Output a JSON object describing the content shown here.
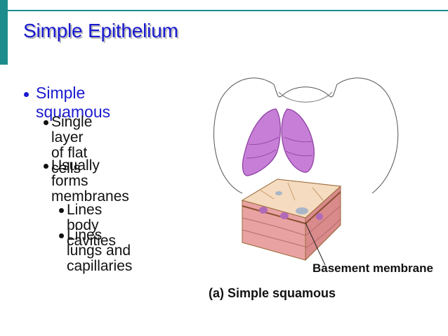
{
  "slide": {
    "title": "Simple Epithelium",
    "accent_color": "#1d8c8c",
    "title_color": "#1a1ad0"
  },
  "bullets": {
    "level1": "Simple squamous",
    "item_flat": "Single layer of flat\ncells",
    "item_membranes": "Usually forms\nmembranes",
    "sub_body": "Lines body cavities",
    "sub_lungs": "Lines lungs and\ncapillaries"
  },
  "figure": {
    "label_basement": "Basement membrane",
    "caption": "(a) Simple squamous",
    "icons": [
      "torso-outline",
      "lungs-icon",
      "epithelium-block",
      "leader-line"
    ]
  }
}
